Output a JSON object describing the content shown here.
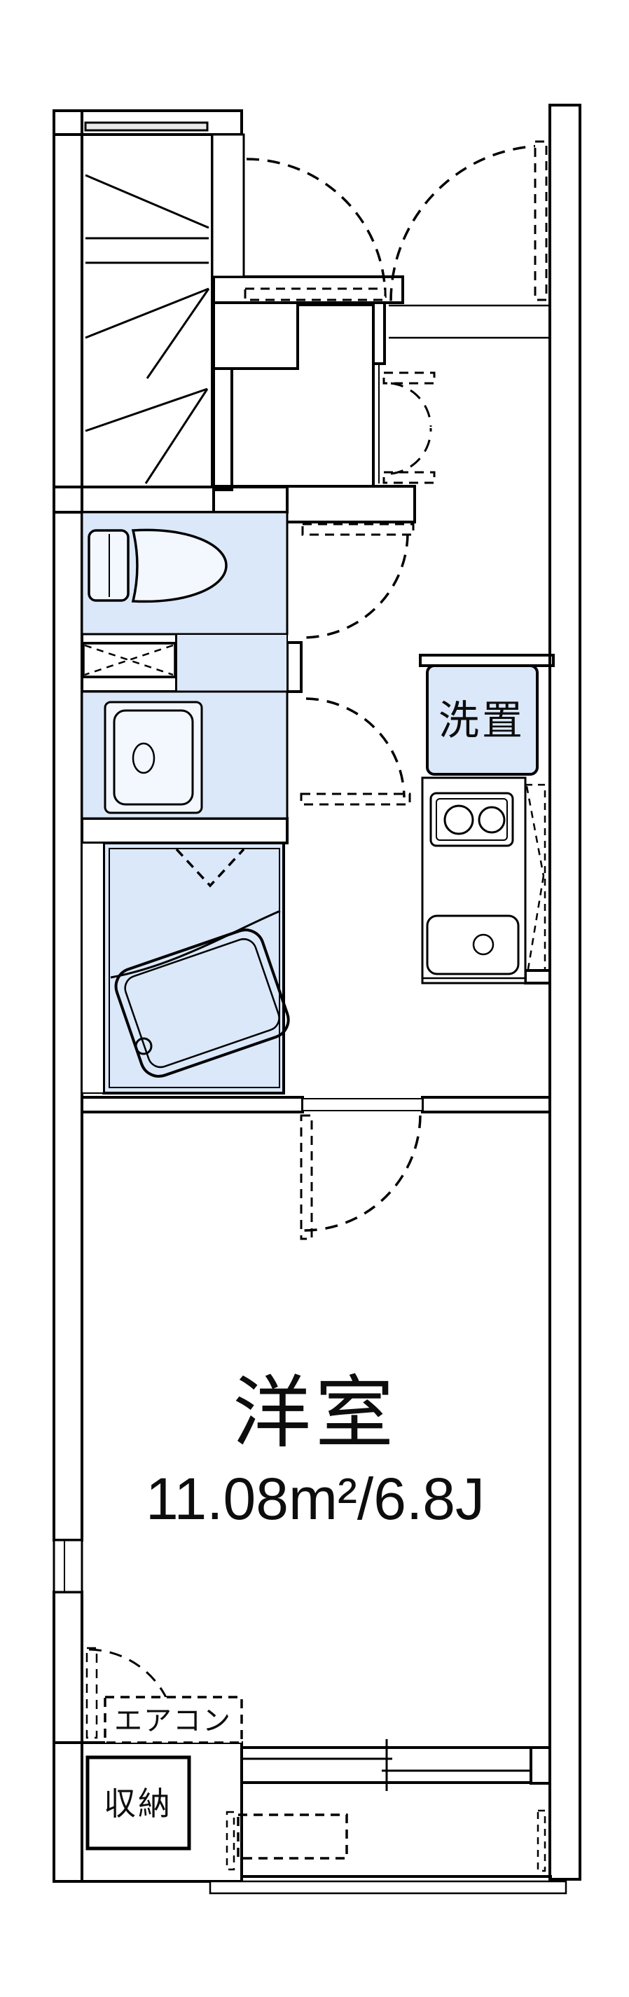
{
  "floorplan": {
    "room_label": "洋室",
    "room_area": "11.08m²/6.8J",
    "labels": {
      "washer_place": "洗置",
      "aircon": "エアコン",
      "storage": "収納"
    },
    "colors": {
      "wall": "#7f7f7f",
      "stairs": "#c3c3c3",
      "wet_area": "#dbe8f9",
      "fixture": "#f3f7fe",
      "genkan": "#fbf0d9",
      "storage": "#fbf0d9",
      "line": "#000000",
      "background": "#ffffff"
    }
  }
}
